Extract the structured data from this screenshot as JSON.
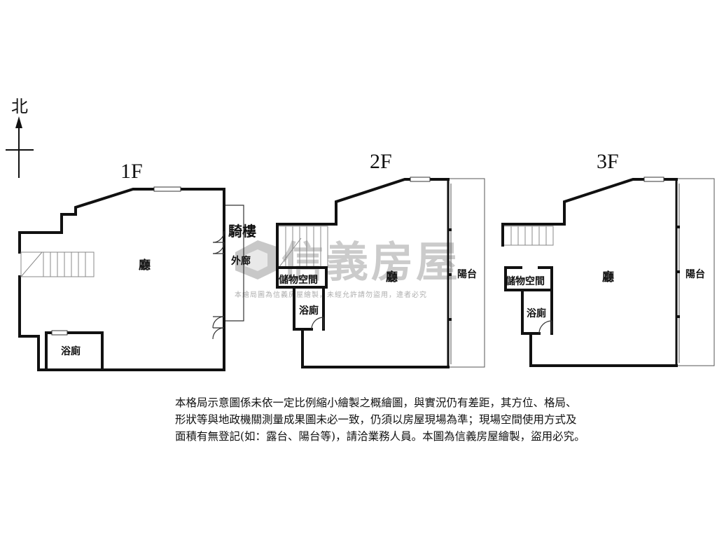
{
  "compass": {
    "label": "北"
  },
  "floors": [
    {
      "id": "1F",
      "label": "1F",
      "rooms": {
        "hall": "廳",
        "bath": "浴廁",
        "arcade": "騎樓",
        "corridor": "外廊"
      }
    },
    {
      "id": "2F",
      "label": "2F",
      "rooms": {
        "hall": "廳",
        "storage": "儲物空間",
        "bath": "浴廁",
        "balcony": "陽台"
      }
    },
    {
      "id": "3F",
      "label": "3F",
      "rooms": {
        "hall": "廳",
        "storage": "儲物空間",
        "bath": "浴廁",
        "balcony": "陽台"
      }
    }
  ],
  "watermark": {
    "brand": "信義房屋",
    "note": "本繪局圖為信義房屋繪製，未經允許請勿盜用，違者必究"
  },
  "disclaimer": {
    "lines": [
      "本格局示意圖係未依一定比例縮小繪製之概繪圖，與實況仍有差距，其方位、格局、",
      "形狀等與地政機關測量成果圖未必一致，仍須以房屋現場為準；現場空間使用方式及",
      "面積有無登記(如：露台、陽台等)，請洽業務人員。本圖為信義房屋繪製，盜用必究。"
    ]
  }
}
